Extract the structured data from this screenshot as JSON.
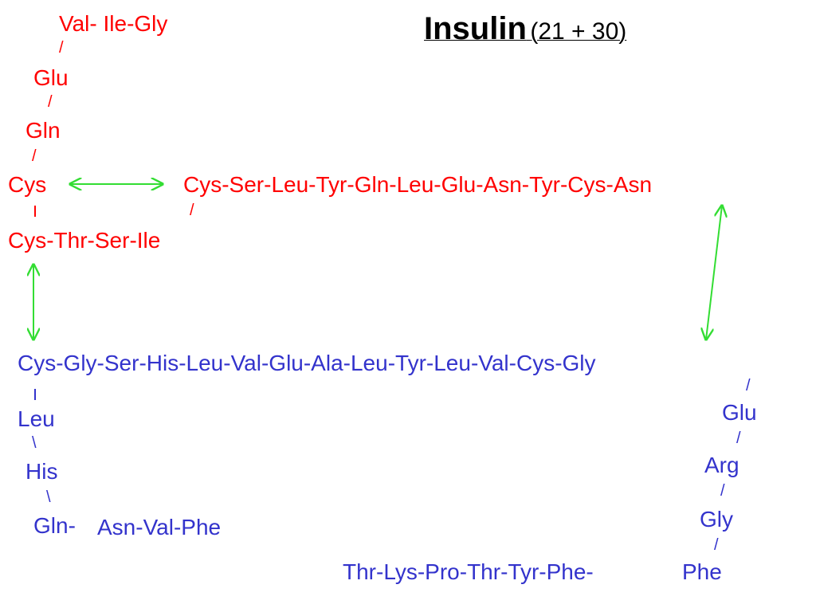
{
  "title": {
    "main": "Insulin",
    "sub": "(21 + 30)"
  },
  "colors": {
    "a_chain": "#ff0000",
    "b_chain": "#3333cc",
    "disulfide": "#33dd33"
  },
  "a_chain": {
    "n_term": "Val- Ile-Gly",
    "glu": "Glu",
    "gln": "Gln",
    "cys_left": "Cys",
    "mid": "Cys-Thr-Ser-Ile",
    "right": "Cys-Ser-Leu-Tyr-Gln-Leu-Glu-Asn-Tyr-Cys-Asn",
    "bonds": [
      "/",
      "/",
      "/",
      "/"
    ]
  },
  "b_chain": {
    "main": "Cys-Gly-Ser-His-Leu-Val-Glu-Ala-Leu-Tyr-Leu-Val-Cys-Gly",
    "leu": "Leu",
    "his": "His",
    "gln": "Gln-",
    "n_term": "Asn-Val-Phe",
    "glu": "Glu",
    "arg": "Arg",
    "gly": "Gly",
    "phe": "Phe",
    "c_term": "Thr-Lys-Pro-Thr-Tyr-Phe-",
    "bonds_back": [
      "\\",
      "\\"
    ],
    "bonds_fwd": [
      "/",
      "/",
      "/",
      "/"
    ]
  }
}
